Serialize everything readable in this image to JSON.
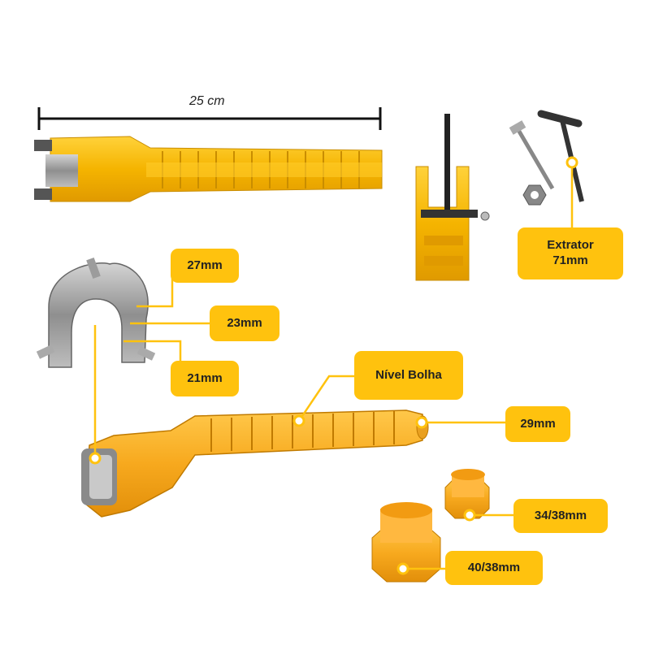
{
  "dimension": {
    "length_label": "25 cm"
  },
  "callouts": {
    "size_27": "27mm",
    "size_23": "23mm",
    "size_21": "21mm",
    "extractor_line1": "Extrator",
    "extractor_line2": "71mm",
    "bubble_level": "Nível Bolha",
    "size_29": "29mm",
    "size_34_38": "34/38mm",
    "size_40_38": "40/38mm"
  },
  "colors": {
    "accent": "#FFC20E",
    "tool_yellow": "#F5B800",
    "tool_orange": "#F7A81B",
    "metal": "#9a9a9a"
  }
}
